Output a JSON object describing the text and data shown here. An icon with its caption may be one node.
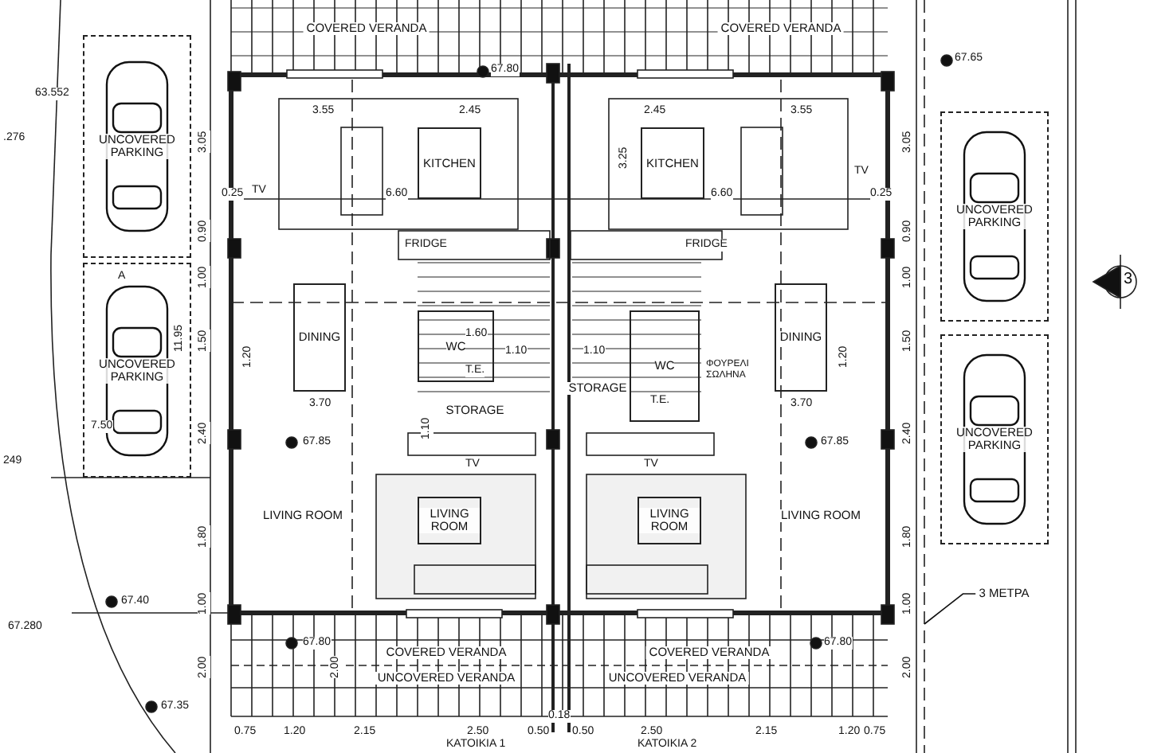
{
  "diagram": {
    "nodes": [
      {
        "text": [
          "COVERED VERANDA"
        ]
      },
      {
        "text": [
          "COVERED VERANDA"
        ]
      },
      {
        "text": [
          "UNCOVERED PARKING"
        ]
      },
      {
        "text": [
          "UNCOVERED PARKING"
        ]
      },
      {
        "text": [
          "KITCHEN"
        ]
      },
      {
        "text": [
          "KITCHEN"
        ]
      },
      {
        "text": [
          "UNCOVERED PARKING"
        ]
      },
      {
        "text": [
          "UNCOVERED PARKING"
        ]
      },
      {
        "text": [
          "DINING"
        ]
      },
      {
        "text": [
          "WC"
        ]
      },
      {
        "text": [
          "STORAGE"
        ]
      },
      {
        "text": [
          "STORAGE"
        ]
      },
      {
        "text": [
          "WC"
        ]
      },
      {
        "text": [
          "DINING"
        ]
      },
      {
        "text": [
          "LIVING ROOM"
        ]
      },
      {
        "text": [
          "LIVING ROOM"
        ]
      },
      {
        "text": [
          "LIVING ROOM"
        ]
      },
      {
        "text": [
          "LIVING ROOM"
        ]
      },
      {
        "text": [
          "COVERED VERANDA"
        ]
      },
      {
        "text": [
          "COVERED VERANDA"
        ]
      },
      {
        "text": [
          "UNCOVERED VERANDA"
        ]
      },
      {
        "text": [
          "UNCOVERED VERANDA"
        ]
      },
      {
        "text": [
          "3 ΜΕΤΡΑ"
        ]
      }
    ],
    "edges": [
      {
        "from": null,
        "to": 22,
        "arrow": "none"
      }
    ],
    "labels": [
      "67.80",
      "67.65",
      "63.552",
      ".276",
      "3.55",
      "2.45",
      "3.05",
      "TV",
      "0.25",
      "6.60",
      "2.45",
      "3.25",
      "6.60",
      "3.55",
      "TV",
      "0.25",
      "3.05",
      "0.90",
      "0.90",
      "FRIDGE",
      "FRIDGE",
      "1.00",
      "1.00",
      "A",
      "11.95",
      "1.50",
      "1.20",
      "3.70",
      "1.60",
      "1.10",
      "1.10",
      "T.E.",
      "ΦΟΥΡΕΛΙ ΣΩΛΗΝΑ",
      "7.50",
      "3.70",
      "1.20",
      "1.50",
      "1.10",
      "T.E.",
      "2.40",
      "2.40",
      "TV",
      "TV",
      "67.85",
      "67.85",
      "249",
      "1.80",
      "1.80",
      "1.00",
      "1.00",
      "67.40",
      "67.280",
      "67.80",
      "67.80",
      "2.00",
      "2.00",
      "2.00",
      "67.35",
      "0.18",
      "0.75",
      "1.20",
      "2.15",
      "2.50",
      "0.50",
      "0.50",
      "2.50",
      "2.15",
      "1.20",
      "0.75",
      "ΚΑΤΟΙΚΙΑ 1",
      "ΚΑΤΟΙΚΙΑ 2",
      "3"
    ]
  }
}
